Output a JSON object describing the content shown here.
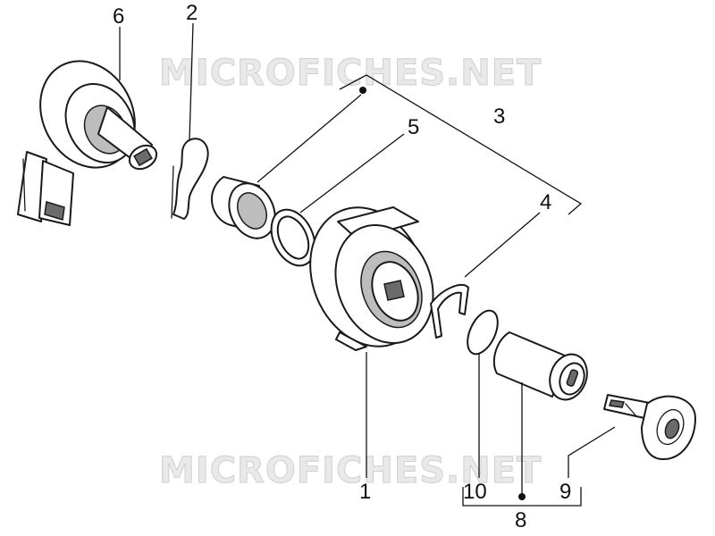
{
  "watermarks": [
    "MICROFICHES.NET",
    "MICROFICHES.NET"
  ],
  "callouts": {
    "c1": "1",
    "c2": "2",
    "c3": "3",
    "c4": "4",
    "c5": "5",
    "c6": "6",
    "c8": "8",
    "c9": "9",
    "c10": "10"
  },
  "colors": {
    "line": "#1a1a1a",
    "shade": "#bdbdbd",
    "watermark": "#e9e9e9"
  }
}
